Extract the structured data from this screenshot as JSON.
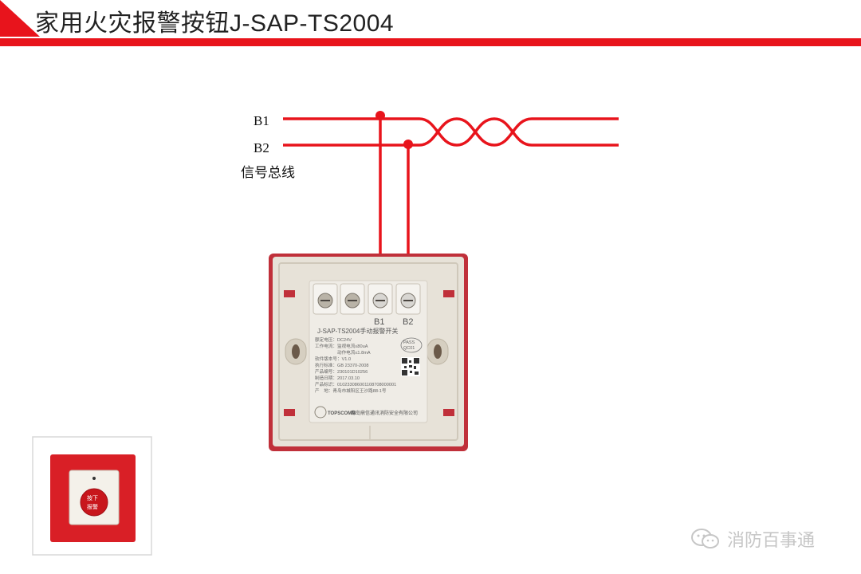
{
  "slide": {
    "title": "家用火灾报警按钮J-SAP-TS2004",
    "accent_color": "#e8141c"
  },
  "wiring": {
    "bus_line_1": "B1",
    "bus_line_2": "B2",
    "bus_caption": "信号总线",
    "wire_color": "#e8141c"
  },
  "device_back": {
    "terminal_1": "B1",
    "terminal_2": "B2",
    "model_line": "J-SAP-TS2004手动报警开关",
    "pass_mark_1": "PASS",
    "pass_mark_2": "QC01",
    "specs": [
      "额定电压：DC24V",
      "工作电流：监视电流≤80uA",
      "　　　　　动作电流≤1.8mA",
      "软件版本号：V1.0",
      "执行标准：GB 23370-2008",
      "产品编号：230101D10256",
      "制造日期：2017.03.10",
      "产品标识：010233086001108708000001",
      "产　地：青岛市城阳区王沙路88-1号"
    ],
    "brand": "TOPSCOMM",
    "manufacturer": "青岛鼎信通讯消防安全有限公司"
  },
  "device_front_thumbnail": {
    "button_text_1": "按下",
    "button_text_2": "报警"
  },
  "watermark": {
    "text": "消防百事通",
    "icon": "wechat-icon"
  }
}
